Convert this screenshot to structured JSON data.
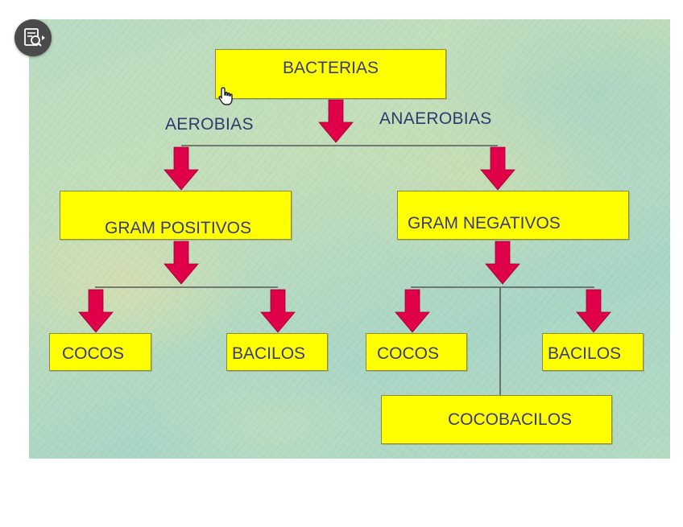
{
  "diagram": {
    "root": "BACTERIAS",
    "branches": {
      "left_label": "AEROBIAS",
      "right_label": "ANAEROBIAS"
    },
    "gram_positive": {
      "title": "GRAM POSITIVOS",
      "children": [
        "COCOS",
        "BACILOS"
      ]
    },
    "gram_negative": {
      "title": "GRAM NEGATIVOS",
      "children": [
        "COCOS",
        "BACILOS",
        "COCOBACILOS"
      ]
    }
  },
  "colors": {
    "node_fill": "#ffff00",
    "arrow": "#e0004a",
    "text": "#3a3a7a",
    "background": "#b9dcc3"
  },
  "toolbar": {
    "zoom_button_icon": "zoom-in-document-icon"
  }
}
